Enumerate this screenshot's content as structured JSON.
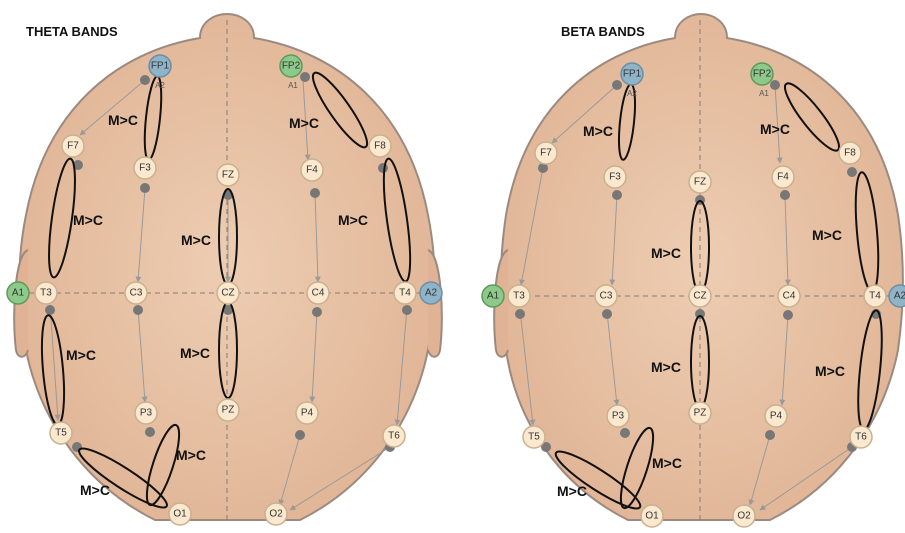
{
  "panels": [
    {
      "title": "THETA BANDS",
      "colors": {
        "frontal_left": "#8fb3c9",
        "frontal_right": "#8cc98a",
        "ear_left": "#8cc98a",
        "ear_right": "#8fb3c9"
      },
      "labels": {
        "FP1": "FP1",
        "FP2": "FP2",
        "F7": "F7",
        "F3": "F3",
        "FZ": "FZ",
        "F4": "F4",
        "F8": "F8",
        "A1": "A1",
        "T3": "T3",
        "C3": "C3",
        "CZ": "CZ",
        "C4": "C4",
        "T4": "T4",
        "A2": "A2",
        "T5": "T5",
        "P3": "P3",
        "PZ": "PZ",
        "P4": "P4",
        "T6": "T6",
        "O1": "O1",
        "O2": "O2",
        "small_a2": "A2",
        "small_a1": "A1"
      },
      "comparisons": [
        "M>C",
        "M>C",
        "M>C",
        "M>C",
        "M>C",
        "M>C",
        "M>C",
        "M>C",
        "M>C"
      ]
    },
    {
      "title": "BETA BANDS",
      "colors": {
        "frontal_left": "#8fb3c9",
        "frontal_right": "#8cc98a",
        "ear_left": "#8cc98a",
        "ear_right": "#8fb3c9"
      },
      "labels": {
        "FP1": "FP1",
        "FP2": "FP2",
        "F7": "F7",
        "F3": "F3",
        "FZ": "FZ",
        "F4": "F4",
        "F8": "F8",
        "A1": "A1",
        "T3": "T3",
        "C3": "C3",
        "CZ": "CZ",
        "C4": "C4",
        "T4": "T4",
        "A2": "A2",
        "T5": "T5",
        "P3": "P3",
        "PZ": "PZ",
        "P4": "P4",
        "T6": "T6",
        "O1": "O1",
        "O2": "O2",
        "small_a2": "A2",
        "small_a1": "A1"
      },
      "comparisons": [
        "M>C",
        "M>C",
        "M>C",
        "M>C",
        "M>C",
        "M>C",
        "M>C",
        "M>C"
      ]
    }
  ]
}
